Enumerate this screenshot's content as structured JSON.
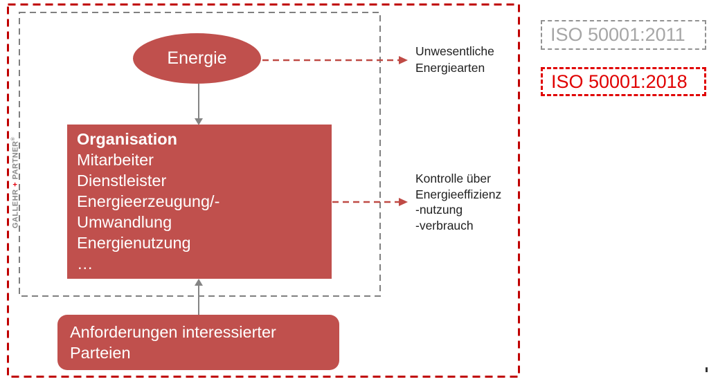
{
  "diagram": {
    "energy_label": "Energie",
    "organisation": {
      "title": "Organisation",
      "items": [
        "Mitarbeiter",
        "Dienstleister",
        "Energieerzeugung/-",
        "Umwandlung",
        "Energienutzung",
        "…"
      ]
    },
    "requirements_label": "Anforderungen interessierter Parteien",
    "insignificant_label": "Unwesentliche Energiearten",
    "control_lines": [
      "Kontrolle über",
      "Energieeffizienz",
      "-nutzung",
      "-verbrauch"
    ]
  },
  "legend": {
    "iso_2011": "ISO 50001:2011",
    "iso_2018": "ISO 50001:2018"
  },
  "branding": {
    "name_left": "GALLEHR",
    "plus": "+",
    "name_right": "PARTNER",
    "registered": "®"
  },
  "colors": {
    "shape_fill": "#c0504d",
    "outer_scope_border": "#c00000",
    "inner_scope_border": "#7f7f7f",
    "dashed_arrow": "#bf4a45",
    "solid_arrow": "#848484",
    "note_text": "#1f1f1f",
    "legend_2011_text": "#a6a6a6",
    "legend_2018_text": "#e00000",
    "brand_gray": "#8a8a8a",
    "brand_plus_red": "#e30613"
  }
}
